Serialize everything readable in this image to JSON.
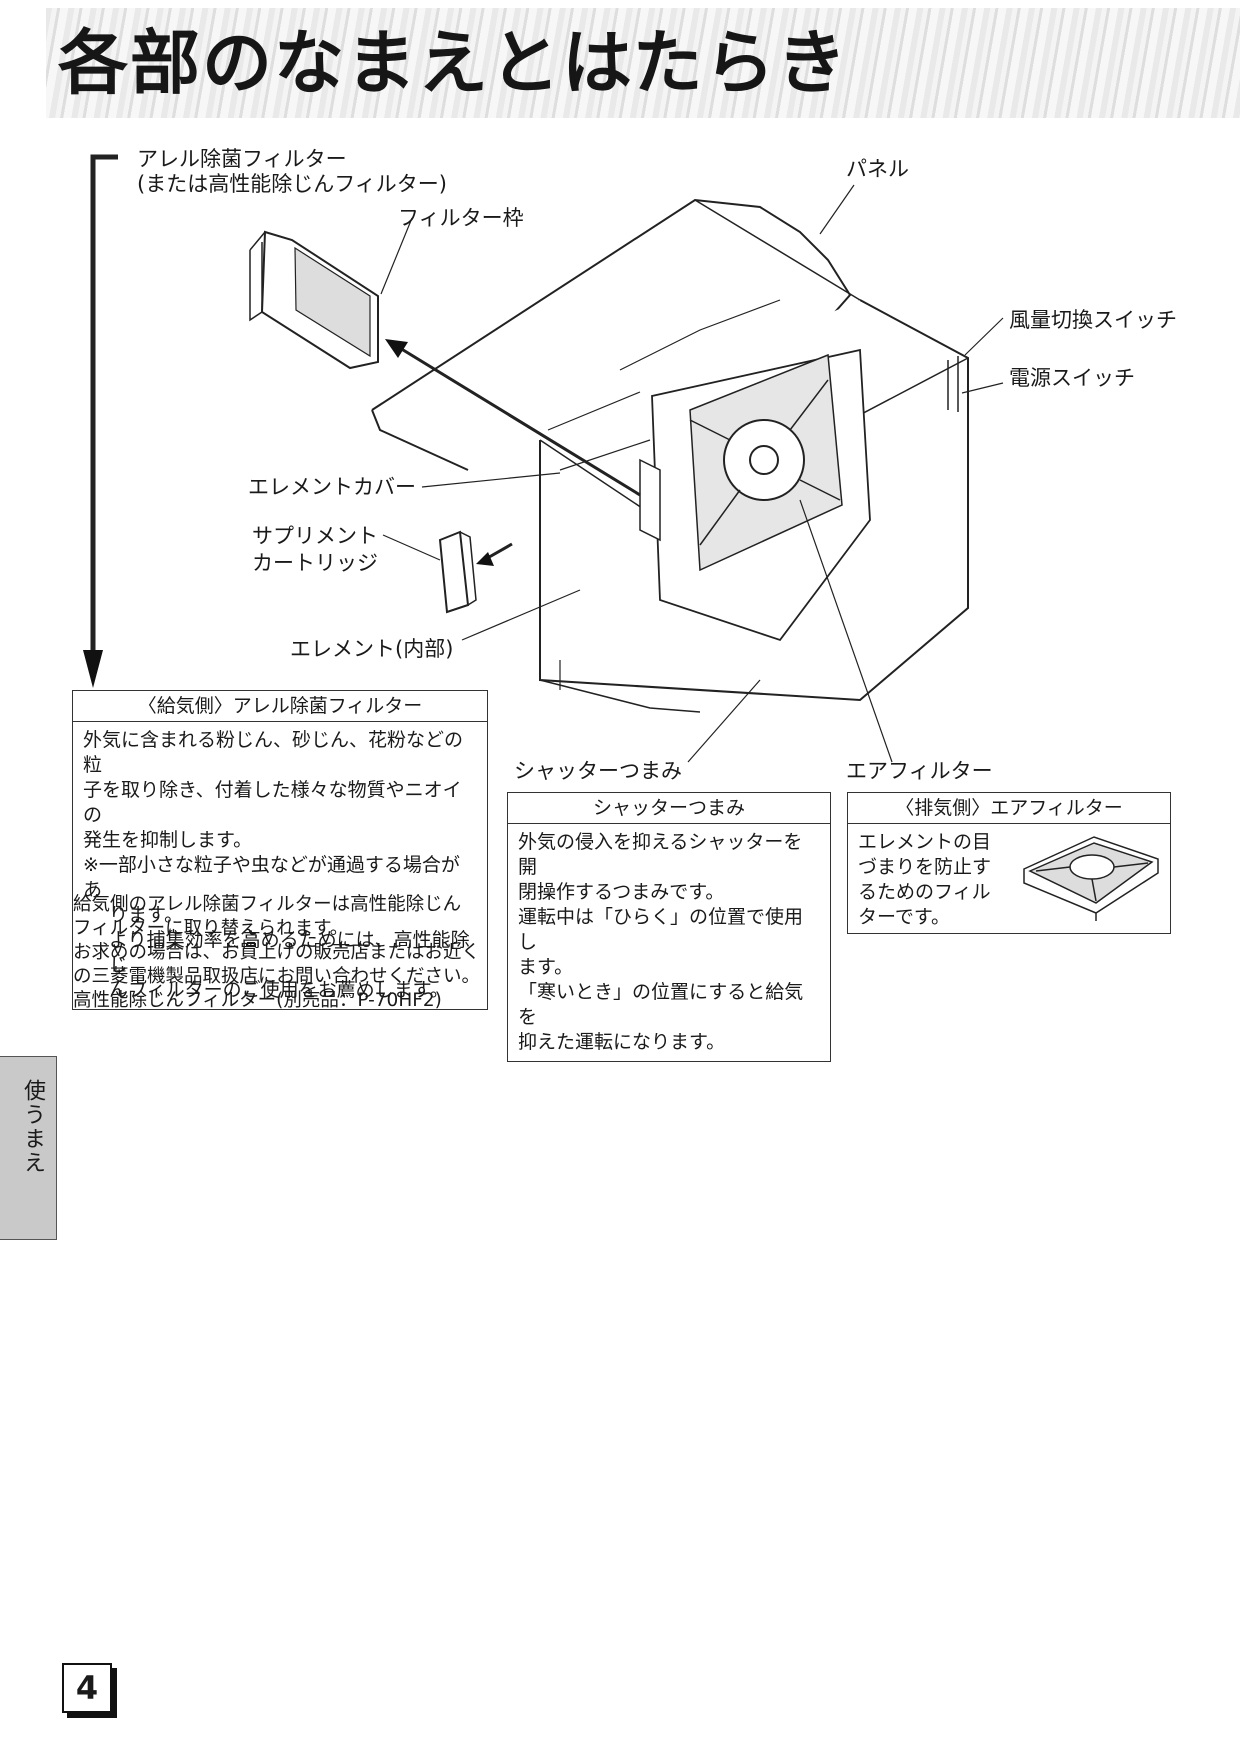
{
  "page": {
    "title": "各部のなまえとはたらき",
    "page_number": "4",
    "side_tab": "使うまえ"
  },
  "labels": {
    "filter_main": "アレル除菌フィルター",
    "filter_alt": "(または高性能除じんフィルター)",
    "filter_frame": "フィルター枠",
    "panel": "パネル",
    "fan_switch": "風量切換スイッチ",
    "power_switch": "電源スイッチ",
    "element_cover": "エレメントカバー",
    "supplement_1": "サプリメント",
    "supplement_2": "カートリッジ",
    "element_inner": "エレメント(内部)",
    "shutter_knob": "シャッターつまみ",
    "air_filter": "エアフィルター"
  },
  "box_supply": {
    "heading": "〈給気側〉アレル除菌フィルター",
    "lines": [
      "外気に含まれる粉じん、砂じん、花粉などの粒",
      "子を取り除き、付着した様々な物質やニオイの",
      "発生を抑制します。"
    ],
    "note_line": "※一部小さな粒子や虫などが通過する場合があ",
    "note_cont": "ります。",
    "note_rec_1": "より捕集効率を高めるためには、高性能除じ",
    "note_rec_2": "んフィルターのご使用をお薦めします。"
  },
  "note_below": {
    "lines": [
      "給気側のアレル除菌フィルターは高性能除じん",
      "フィルターに取り替えられます。",
      "お求めの場合は、お買上げの販売店またはお近く",
      "の三菱電機製品取扱店にお問い合わせください。",
      "高性能除じんフィルター(別売品：P-70HF2)"
    ]
  },
  "box_shutter": {
    "heading": "シャッターつまみ",
    "lines": [
      "外気の侵入を抑えるシャッターを開",
      "閉操作するつまみです。",
      "運転中は「ひらく」の位置で使用し",
      "ます。",
      "「寒いとき」の位置にすると給気を",
      "抑えた運転になります。"
    ]
  },
  "box_exhaust": {
    "heading": "〈排気側〉エアフィルター",
    "lines": [
      "エレメントの目",
      "づまりを防止す",
      "るためのフィル",
      "ターです。"
    ]
  }
}
